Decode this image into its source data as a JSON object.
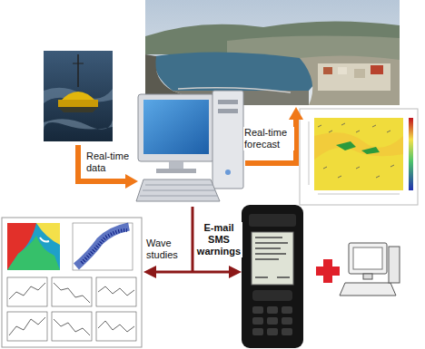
{
  "diagram": {
    "labels": [
      "Real-time data",
      "Real-time forecast",
      "Wave studies",
      "E-mail SMS warnings"
    ]
  }
}
